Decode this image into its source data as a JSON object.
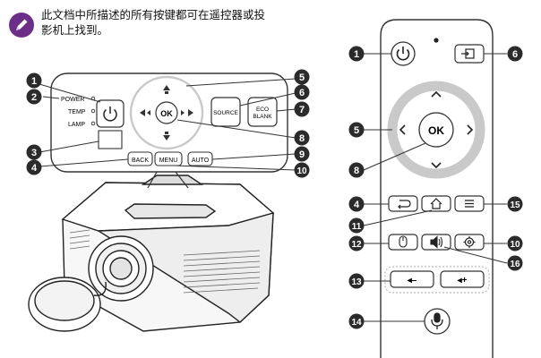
{
  "note": {
    "text": "此文档中所描述的所有按键都可在遥控器或投影机上找到。"
  },
  "colors": {
    "callout": "#2b2b2b",
    "badge": "#6b2f88",
    "ring": "#c9c9c9",
    "line": "#333333"
  },
  "icons": {
    "note": "pencil-icon",
    "power": "power-icon",
    "input": "input-source-icon",
    "back": "back-arrow-icon",
    "home": "home-icon",
    "menu": "menu-lines-icon",
    "mouse": "mouse-icon",
    "volume": "speaker-icon",
    "settings": "gear-icon",
    "mic": "microphone-icon"
  },
  "panel": {
    "indicators": [
      "POWER",
      "TEMP",
      "LAMP"
    ],
    "ok": "OK",
    "source": "SOURCE",
    "eco_line1": "ECO",
    "eco_line2": "BLANK",
    "back": "BACK",
    "menu": "MENU",
    "auto": "AUTO"
  },
  "remote": {
    "ok": "OK",
    "vol_down": "◂–",
    "vol_up": "◂+"
  },
  "callouts": {
    "c1": "1",
    "c2": "2",
    "c3": "3",
    "c4": "4",
    "c5": "5",
    "c6": "6",
    "c7": "7",
    "c8": "8",
    "c9": "9",
    "c10": "10",
    "r1": "1",
    "r5": "5",
    "r6": "6",
    "r8": "8",
    "r4": "4",
    "r11": "11",
    "r12": "12",
    "r10": "10",
    "r13": "13",
    "r14": "14",
    "r15": "15",
    "r16": "16"
  }
}
